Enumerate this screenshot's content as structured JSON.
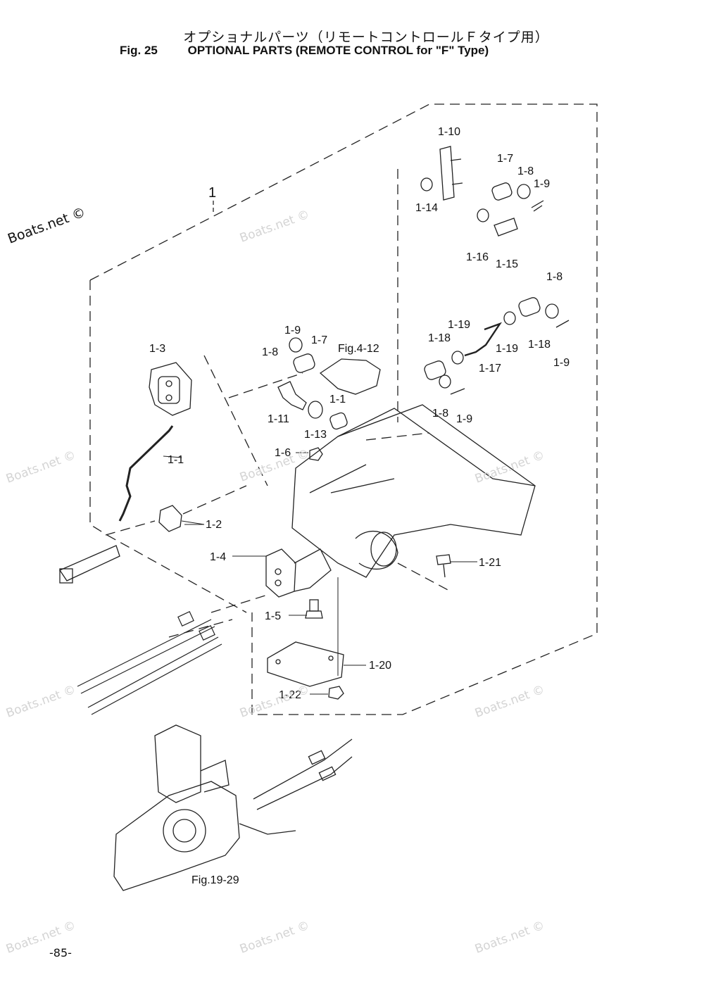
{
  "title": {
    "jp": "オプショナルパーツ（リモートコントロールＦタイプ用）",
    "fig": "Fig. 25",
    "en": "OPTIONAL PARTS (REMOTE CONTROL for \"F\" Type)"
  },
  "watermarks": {
    "main": "Boats.net ©",
    "faint": "Boats.net ©"
  },
  "assembly_label": "1",
  "callouts": {
    "c1_1": "1-1",
    "c1_1b": "1-1",
    "c1_2": "1-2",
    "c1_3": "1-3",
    "c1_4": "1-4",
    "c1_5": "1-5",
    "c1_6": "1-6",
    "c1_7a": "1-7",
    "c1_7b": "1-7",
    "c1_8a": "1-8",
    "c1_8b": "1-8",
    "c1_8c": "1-8",
    "c1_8d": "1-8",
    "c1_9a": "1-9",
    "c1_9b": "1-9",
    "c1_9c": "1-9",
    "c1_9d": "1-9",
    "c1_10": "1-10",
    "c1_11": "1-11",
    "c1_13": "1-13",
    "c1_14": "1-14",
    "c1_15": "1-15",
    "c1_16": "1-16",
    "c1_17": "1-17",
    "c1_18a": "1-18",
    "c1_18b": "1-18",
    "c1_19a": "1-19",
    "c1_19b": "1-19",
    "c1_20": "1-20",
    "c1_21": "1-21",
    "c1_22": "1-22",
    "ref_fig4": "Fig.4-12",
    "ref_fig19": "Fig.19-29"
  },
  "page_number": "-85-"
}
